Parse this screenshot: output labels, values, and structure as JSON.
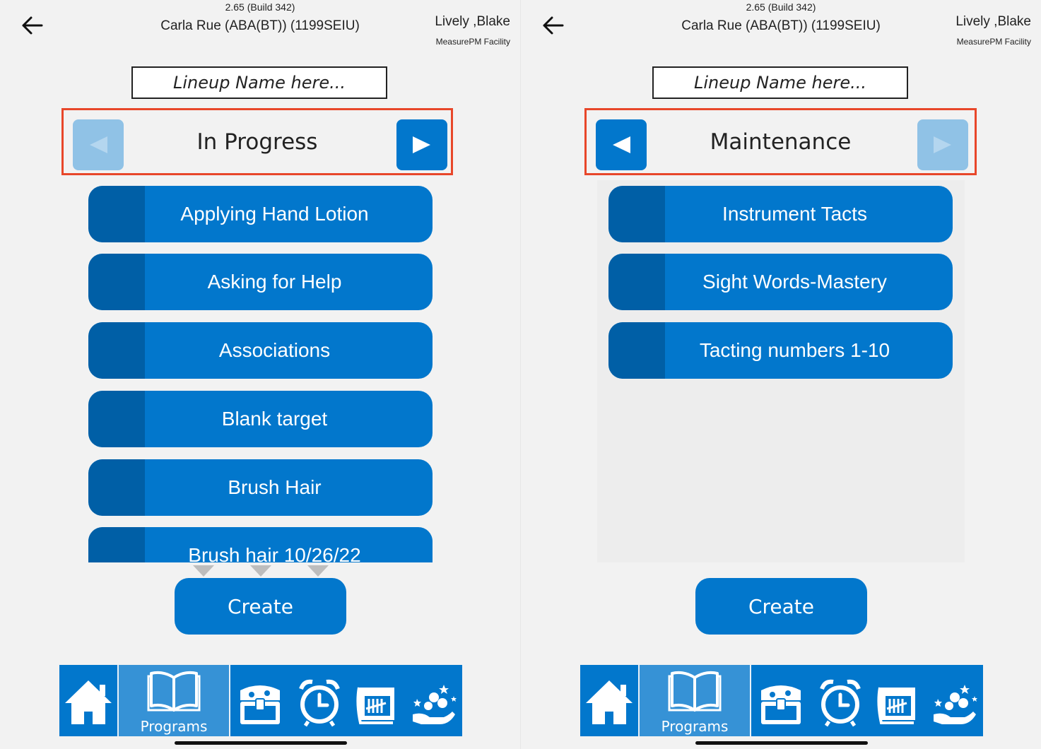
{
  "screens": [
    {
      "header": {
        "build": "2.65 (Build 342)",
        "patient": "Carla Rue (ABA(BT)) (1199SEIU)",
        "user": "Lively ,Blake",
        "facility": "MeasurePM Facility"
      },
      "lineup_placeholder": "Lineup Name here...",
      "category": {
        "label": "In Progress",
        "prev_enabled": false,
        "next_enabled": true
      },
      "programs": [
        "Applying Hand Lotion",
        "Asking for Help",
        "Associations",
        "Blank target",
        "Brush Hair",
        "Brush hair 10/26/22"
      ],
      "create_label": "Create",
      "tabbar": {
        "active": "Programs",
        "programs_label": "Programs"
      }
    },
    {
      "header": {
        "build": "2.65 (Build 342)",
        "patient": "Carla Rue (ABA(BT)) (1199SEIU)",
        "user": "Lively ,Blake",
        "facility": "MeasurePM Facility"
      },
      "lineup_placeholder": "Lineup Name here...",
      "category": {
        "label": "Maintenance",
        "prev_enabled": true,
        "next_enabled": false
      },
      "programs": [
        "Instrument Tacts",
        "Sight Words-Mastery",
        "Tacting numbers 1-10"
      ],
      "create_label": "Create",
      "tabbar": {
        "active": "Programs",
        "programs_label": "Programs"
      }
    }
  ],
  "colors": {
    "primary": "#0277cc",
    "primary_dark": "#005fa6",
    "disabled": "#90c2e6",
    "highlight": "#e8472a",
    "tab_active": "#3692d6"
  },
  "icons": [
    "back-arrow-icon",
    "triangle-left-icon",
    "triangle-right-icon",
    "home-icon",
    "book-icon",
    "treasure-chest-icon",
    "alarm-clock-icon",
    "tally-calendar-icon",
    "reward-hand-icon"
  ]
}
